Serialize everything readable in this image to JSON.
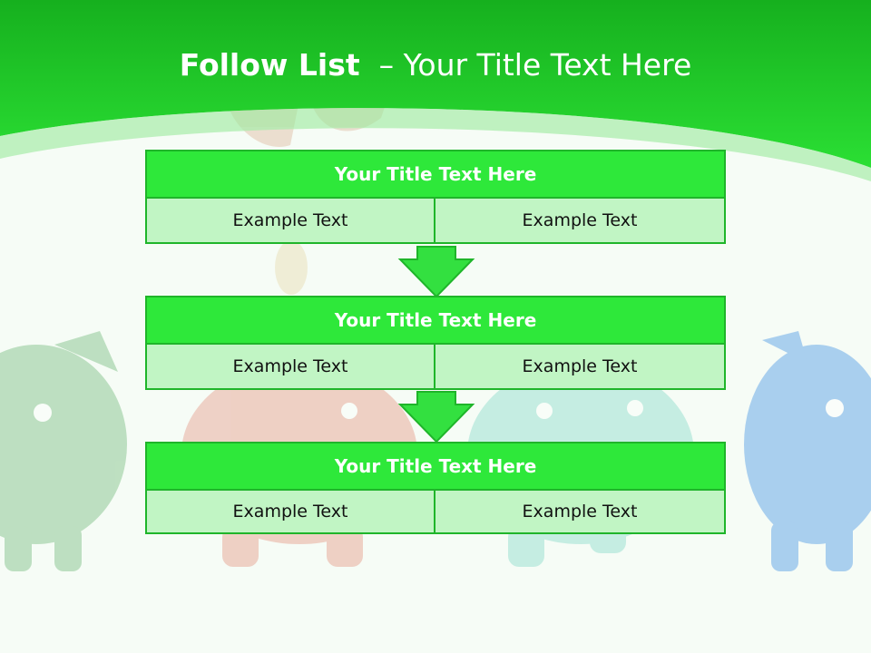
{
  "header": {
    "title_bold": "Follow List",
    "title_rest": "– Your Title Text Here"
  },
  "steps": [
    {
      "title": "Your Title Text Here",
      "left_text": "Example Text",
      "right_text": "Example Text"
    },
    {
      "title": "Your Title Text Here",
      "left_text": "Example Text",
      "right_text": "Example Text"
    },
    {
      "title": "Your Title Text Here",
      "left_text": "Example Text",
      "right_text": "Example Text"
    }
  ],
  "colors": {
    "header_green": "#22d42c",
    "box_title_green": "#2ee83a",
    "box_cell_light": "#c1f5c4",
    "border_green": "#1fb52a",
    "arrow_green": "#33e040"
  }
}
